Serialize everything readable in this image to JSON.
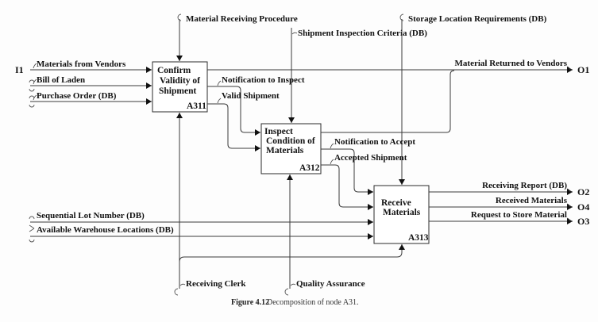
{
  "figure": {
    "caption_label": "Figure 4.12",
    "caption_text": "Decomposition of node A31."
  },
  "activities": [
    {
      "id": "A311",
      "title_lines": [
        "Confirm",
        "Validity of",
        "Shipment"
      ]
    },
    {
      "id": "A312",
      "title_lines": [
        "Inspect",
        "Condition of",
        "Materials"
      ]
    },
    {
      "id": "A313",
      "title_lines": [
        "Receive",
        "Materials"
      ]
    }
  ],
  "inputs": [
    {
      "label": "Materials from Vendors",
      "icom": "I1"
    },
    {
      "label": "Bill of Laden"
    },
    {
      "label": "Purchase Order (DB)"
    },
    {
      "label": "Sequential Lot Number (DB)"
    },
    {
      "label": "Available Warehouse Locations (DB)"
    }
  ],
  "controls": [
    {
      "label": "Material Receiving Procedure"
    },
    {
      "label": "Shipment Inspection Criteria (DB)"
    },
    {
      "label": "Storage Location Requirements (DB)"
    }
  ],
  "outputs": [
    {
      "label": "Material Returned to Vendors",
      "icom": "O1"
    },
    {
      "label": "Receiving Report (DB)",
      "icom": "O2"
    },
    {
      "label": "Received Materials",
      "icom": "O4"
    },
    {
      "label": "Request to Store Material",
      "icom": "O3"
    }
  ],
  "internal_arrows": [
    {
      "label": "Notification to Inspect"
    },
    {
      "label": "Valid Shipment"
    },
    {
      "label": "Notification to Accept"
    },
    {
      "label": "Accepted Shipment"
    }
  ],
  "mechanisms": [
    {
      "label": "Receiving Clerk"
    },
    {
      "label": "Quality Assurance"
    }
  ]
}
